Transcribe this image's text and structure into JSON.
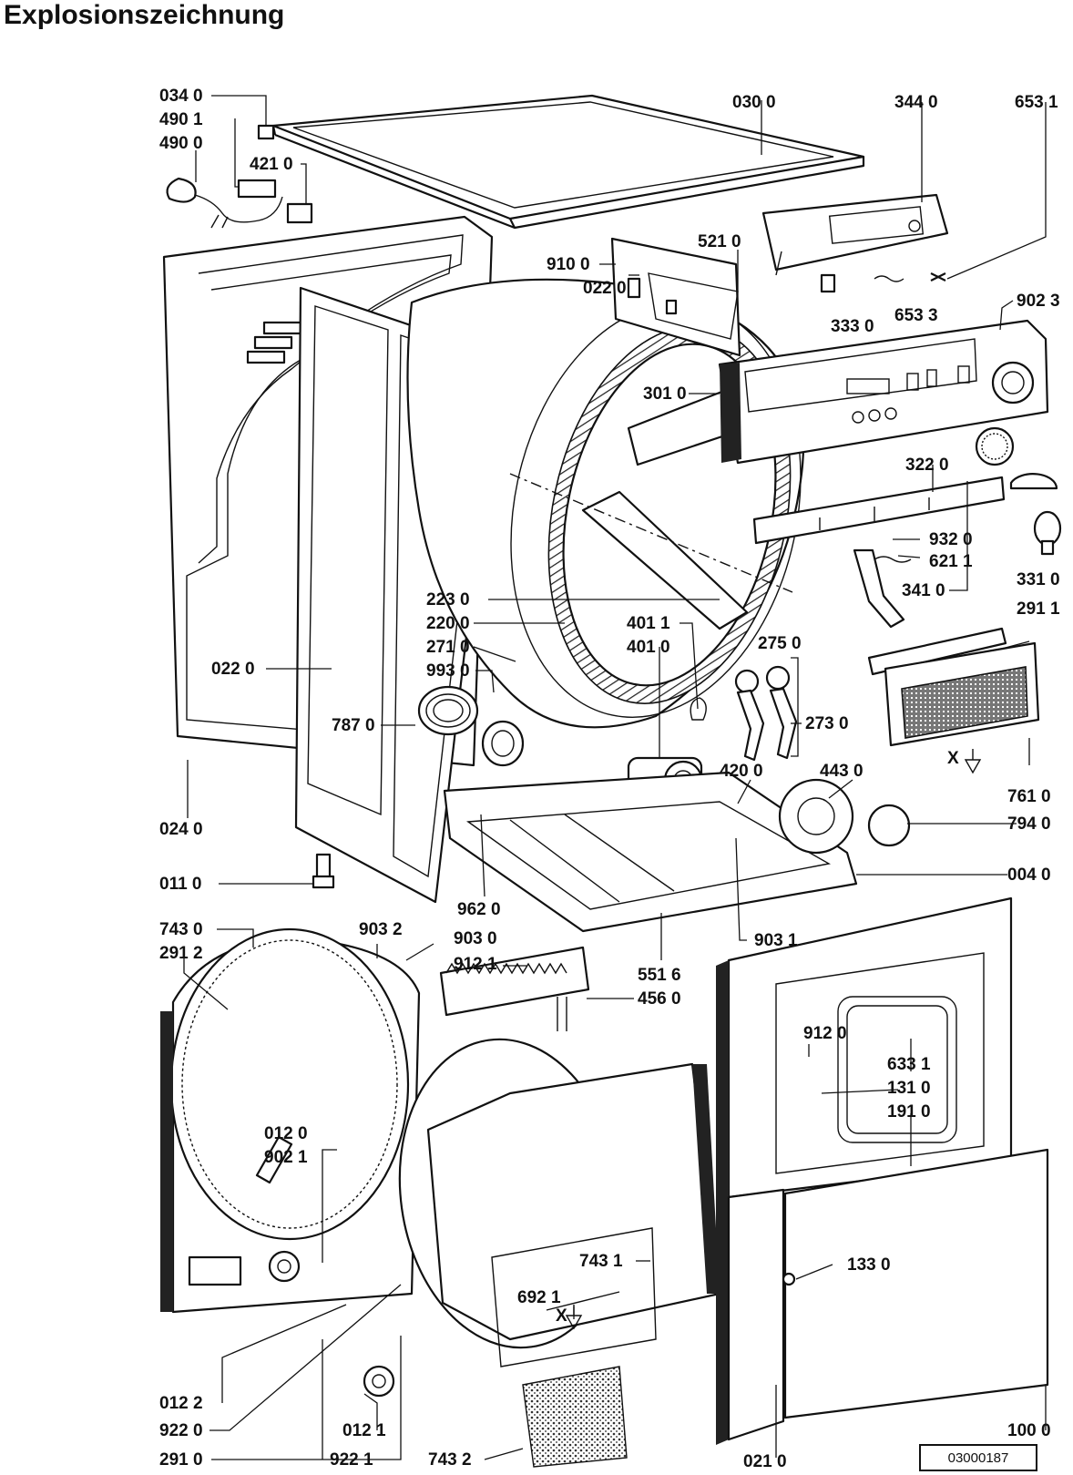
{
  "title": "Explosionszeichnung",
  "document_number": "03000187",
  "labels": [
    {
      "id": "l0340",
      "text": "034 0"
    },
    {
      "id": "l4901",
      "text": "490 1"
    },
    {
      "id": "l4900",
      "text": "490 0"
    },
    {
      "id": "l4210",
      "text": "421 0"
    },
    {
      "id": "l0300",
      "text": "030 0"
    },
    {
      "id": "l3440",
      "text": "344 0"
    },
    {
      "id": "l6531",
      "text": "653 1"
    },
    {
      "id": "l9100",
      "text": "910 0"
    },
    {
      "id": "l5210",
      "text": "521 0"
    },
    {
      "id": "l0220a",
      "text": "022 0"
    },
    {
      "id": "l3330",
      "text": "333 0"
    },
    {
      "id": "l6533",
      "text": "653 3"
    },
    {
      "id": "l9023",
      "text": "902 3"
    },
    {
      "id": "l3010",
      "text": "301 0"
    },
    {
      "id": "l3220",
      "text": "322 0"
    },
    {
      "id": "l9320",
      "text": "932 0"
    },
    {
      "id": "l6211",
      "text": "621 1"
    },
    {
      "id": "l3410",
      "text": "341 0"
    },
    {
      "id": "l3310",
      "text": "331 0"
    },
    {
      "id": "l2911",
      "text": "291 1"
    },
    {
      "id": "l2230",
      "text": "223 0"
    },
    {
      "id": "l2200",
      "text": "220 0"
    },
    {
      "id": "l2710",
      "text": "271 0"
    },
    {
      "id": "l9930",
      "text": "993 0"
    },
    {
      "id": "l4011",
      "text": "401 1"
    },
    {
      "id": "l4010",
      "text": "401 0"
    },
    {
      "id": "l2750",
      "text": "275 0"
    },
    {
      "id": "l0220b",
      "text": "022 0"
    },
    {
      "id": "l7870",
      "text": "787 0"
    },
    {
      "id": "l2730",
      "text": "273 0"
    },
    {
      "id": "l4200",
      "text": "420 0"
    },
    {
      "id": "l4430",
      "text": "443 0"
    },
    {
      "id": "l0240",
      "text": "024 0"
    },
    {
      "id": "l7610",
      "text": "761 0"
    },
    {
      "id": "l7940",
      "text": "794 0"
    },
    {
      "id": "l0110",
      "text": "011 0"
    },
    {
      "id": "l0040",
      "text": "004 0"
    },
    {
      "id": "l9620",
      "text": "962 0"
    },
    {
      "id": "l9031",
      "text": "903 1"
    },
    {
      "id": "l7430",
      "text": "743 0"
    },
    {
      "id": "l2912",
      "text": "291 2"
    },
    {
      "id": "l9032",
      "text": "903 2"
    },
    {
      "id": "l9030",
      "text": "903 0"
    },
    {
      "id": "l9121",
      "text": "912 1"
    },
    {
      "id": "l5516",
      "text": "551 6"
    },
    {
      "id": "l4560",
      "text": "456 0"
    },
    {
      "id": "l9120",
      "text": "912 0"
    },
    {
      "id": "l6331",
      "text": "633 1"
    },
    {
      "id": "l1310",
      "text": "131 0"
    },
    {
      "id": "l1910",
      "text": "191 0"
    },
    {
      "id": "l0120",
      "text": "012 0"
    },
    {
      "id": "l9021",
      "text": "902 1"
    },
    {
      "id": "l7431",
      "text": "743 1"
    },
    {
      "id": "l6921",
      "text": "692 1"
    },
    {
      "id": "l1330",
      "text": "133 0"
    },
    {
      "id": "l0122",
      "text": "012 2"
    },
    {
      "id": "l9220",
      "text": "922 0"
    },
    {
      "id": "l2910",
      "text": "291 0"
    },
    {
      "id": "l0121",
      "text": "012 1"
    },
    {
      "id": "l9221",
      "text": "922 1"
    },
    {
      "id": "l7432",
      "text": "743 2"
    },
    {
      "id": "l0210",
      "text": "021 0"
    },
    {
      "id": "l1000",
      "text": "100 0"
    },
    {
      "id": "x1",
      "text": "X"
    },
    {
      "id": "x2",
      "text": "X"
    }
  ]
}
